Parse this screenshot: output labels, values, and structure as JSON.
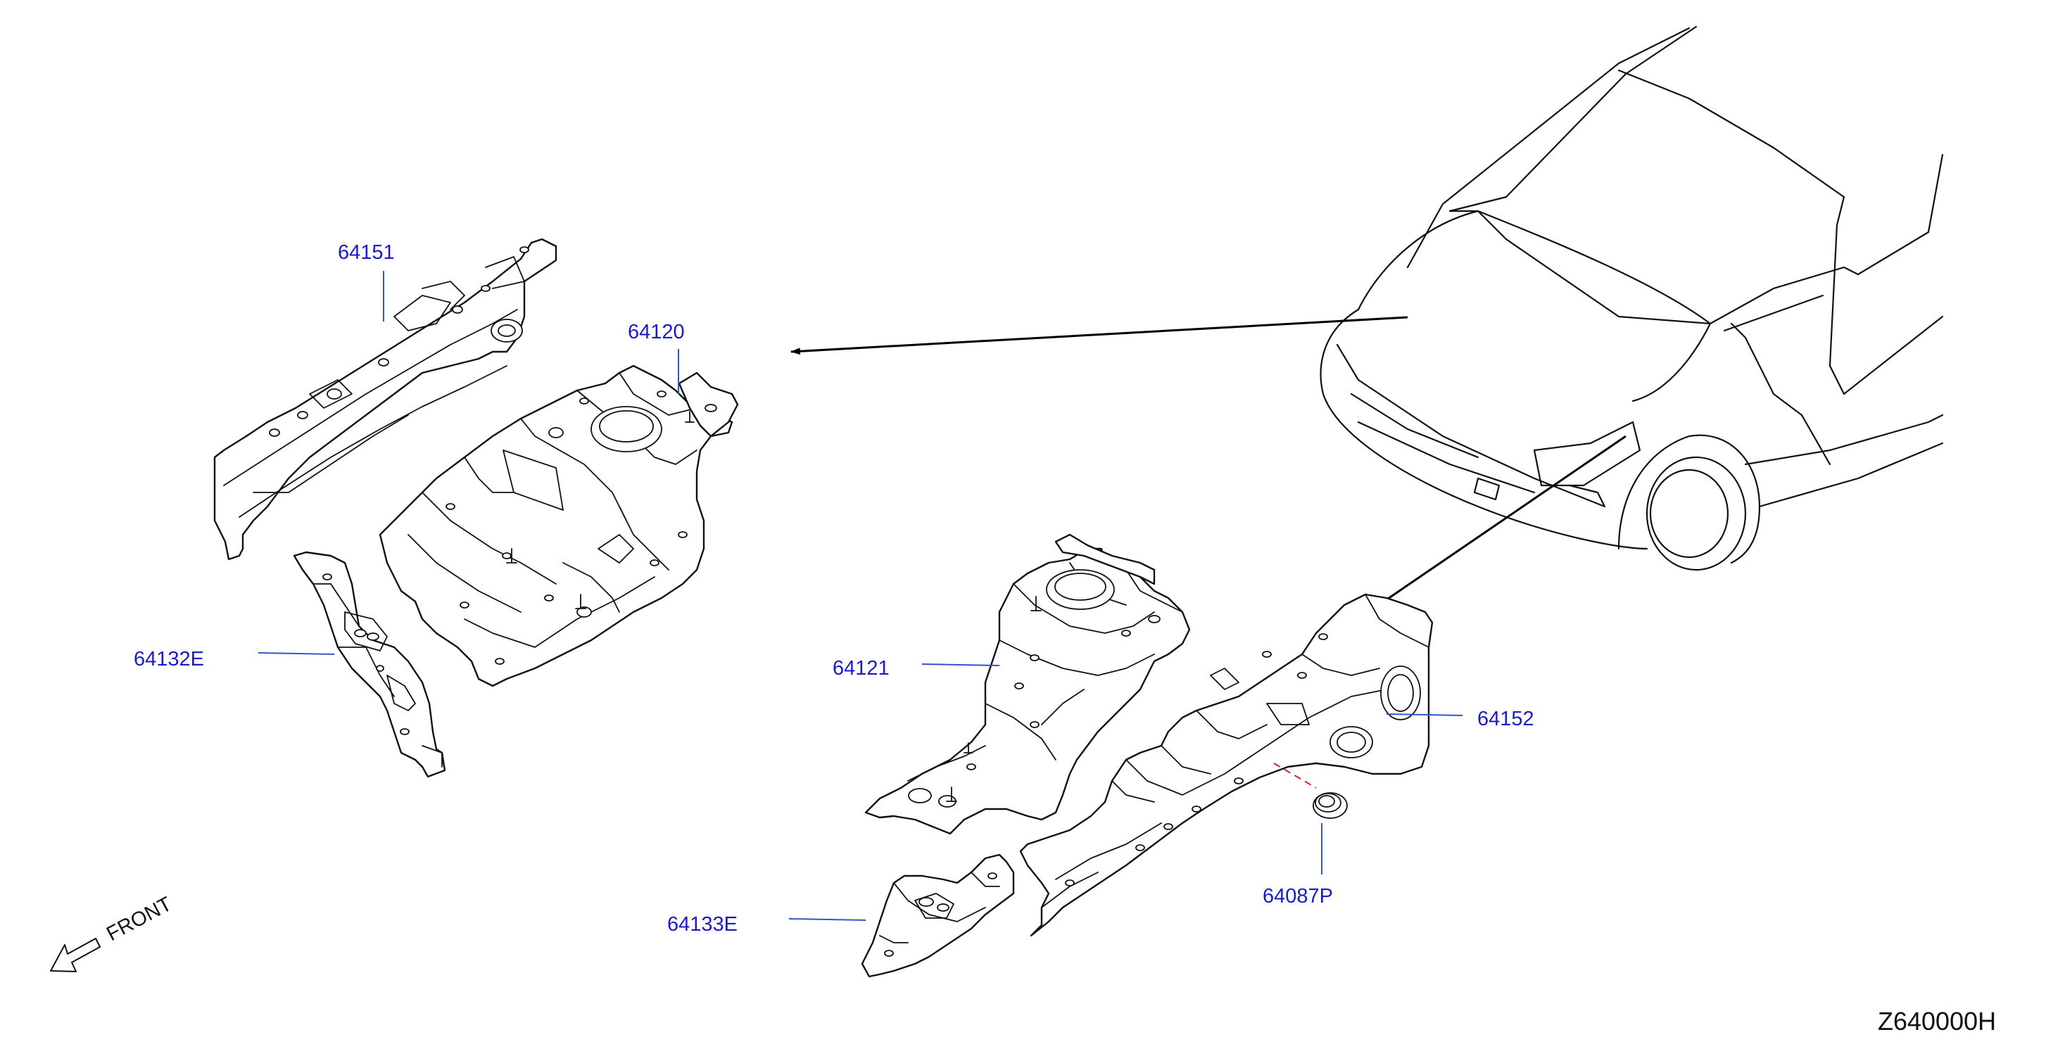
{
  "colors": {
    "callout_text": "#1a1acc",
    "leader_line": "#3355cc",
    "drawing_line": "#111111",
    "hidden_line": "#cc2222",
    "background": "#ffffff"
  },
  "callouts": {
    "p64151": "64151",
    "p64120": "64120",
    "p64132E": "64132E",
    "p64121": "64121",
    "p64152": "64152",
    "p64133E": "64133E",
    "p64087P": "64087P"
  },
  "orientation": {
    "label": "FRONT",
    "icon": "front-direction-arrow-icon"
  },
  "diagram_code": "Z640000H"
}
